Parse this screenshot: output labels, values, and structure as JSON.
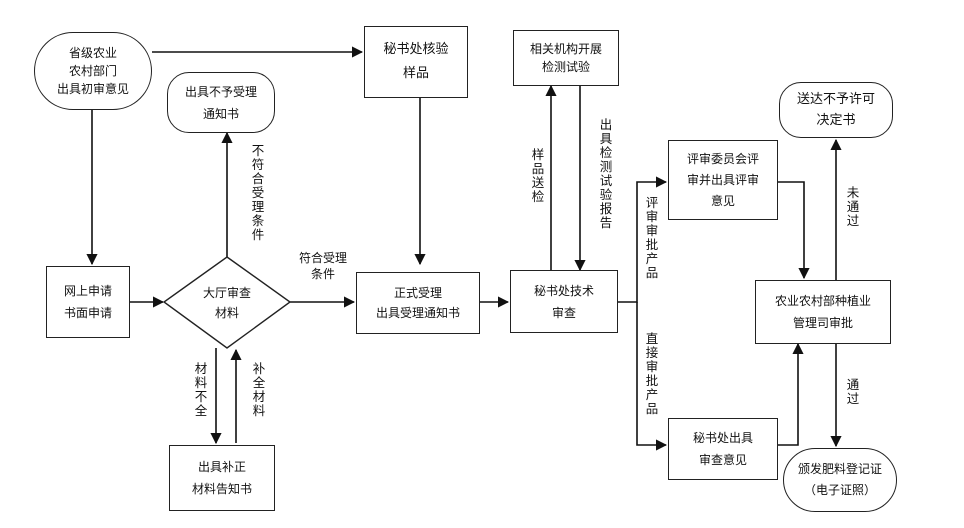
{
  "nodes": {
    "provincial": [
      "省级农业",
      "农村部门",
      "出具初审意见"
    ],
    "secretariat_verify": [
      "秘书处核验",
      "样品"
    ],
    "institution_test": [
      "相关机构开展",
      "检测试验"
    ],
    "not_accepted_notice": [
      "出具不予受理",
      "通知书"
    ],
    "online_apply": [
      "网上申请",
      "书面申请"
    ],
    "hall_review": [
      "大厅审查",
      "材料"
    ],
    "formal_accept": [
      "正式受理",
      "出具受理通知书"
    ],
    "secretariat_tech": [
      "秘书处技术",
      "审查"
    ],
    "committee_review": [
      "评审委员会评",
      "审并出具评审",
      "意见"
    ],
    "ministry_approve": [
      "农业农村部种植业",
      "管理司审批"
    ],
    "refusal_decision": [
      "送达不予许可",
      "决定书"
    ],
    "supplement_notice": [
      "出具补正",
      "材料告知书"
    ],
    "secretariat_opinion": [
      "秘书处出具",
      "审查意见"
    ],
    "certificate": [
      "颁发肥料登记证",
      "（电子证照）"
    ]
  },
  "labels": {
    "not_meet": "不符合受理条件",
    "meet": [
      "符合受理",
      "条件"
    ],
    "sample_send": "样品送检",
    "test_report": "出具检测试验报告",
    "review_product": "评审审批产品",
    "direct_product": "直接审批产品",
    "incomplete": "材料不全",
    "supplement": "补全材料",
    "not_passed": "未通过",
    "passed": "通过"
  }
}
